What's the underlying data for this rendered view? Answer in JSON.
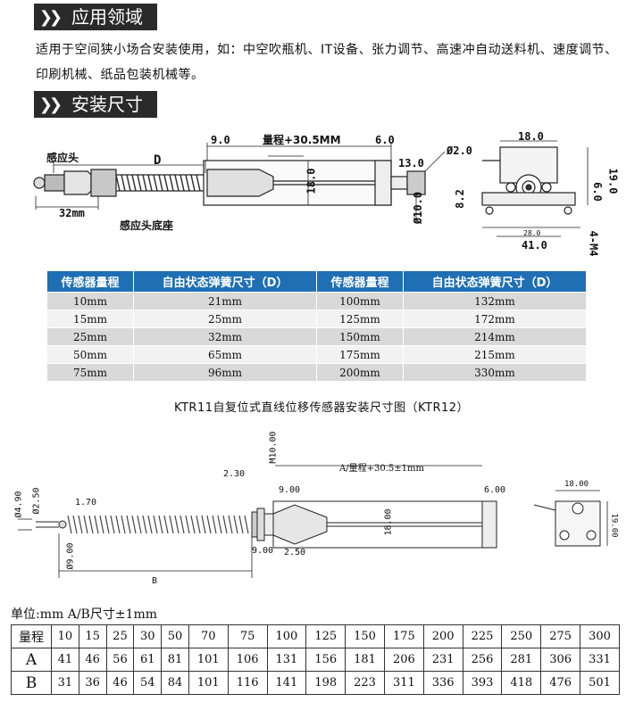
{
  "section1": {
    "title": "应用领域",
    "text": "适用于空间狭小场合安装使用，如：中空吹瓶机、IT设备、张力调节、高速冲自动送料机、速度调节、印刷机械、纸品包装机械等。"
  },
  "section2": {
    "title": "安装尺寸"
  },
  "drawing1": {
    "labels": {
      "sensor_head": "感应头",
      "d": "D",
      "len32": "32mm",
      "base": "感应头底座",
      "d9": "9.0",
      "range": "量程+30.5MM",
      "d6": "6.0",
      "d13": "13.0",
      "d18": "18.0",
      "d2": "Ø2.0",
      "d10": "Ø10.0"
    },
    "side": {
      "w18": "18.0",
      "h19": "19.0",
      "h6": "6.0",
      "h82": "8.2",
      "w28": "28.0",
      "w41": "41.0",
      "m4": "4-M4"
    }
  },
  "table1": {
    "headers": [
      "传感器量程",
      "自由状态弹簧尺寸（D）",
      "传感器量程",
      "自由状态弹簧尺寸（D）"
    ],
    "rows": [
      [
        "10mm",
        "21mm",
        "100mm",
        "132mm"
      ],
      [
        "15mm",
        "25mm",
        "125mm",
        "172mm"
      ],
      [
        "25mm",
        "32mm",
        "150mm",
        "214mm"
      ],
      [
        "50mm",
        "65mm",
        "175mm",
        "215mm"
      ],
      [
        "75mm",
        "96mm",
        "200mm",
        "330mm"
      ]
    ]
  },
  "caption": "KTR11自复位式直线位移传感器安装尺寸图（KTR12）",
  "drawing2": {
    "labels": {
      "m10": "M10.00",
      "d230": "2.30",
      "a": "A/量程+30.5±1mm",
      "d900a": "9.00",
      "d600": "6.00",
      "d490": "Ø4.90",
      "d250": "Ø2.50",
      "d170": "1.70",
      "d1800": "18.00",
      "d900b": "9.00",
      "d250b": "2.50",
      "d9dia": "Ø9.00",
      "b": "B"
    },
    "side": {
      "w": "18.00",
      "h": "19.00"
    }
  },
  "unit_note": "单位:mm A/B尺寸±1mm",
  "table2": {
    "rows": [
      [
        "量程",
        "10",
        "15",
        "25",
        "30",
        "50",
        "70",
        "75",
        "100",
        "125",
        "150",
        "175",
        "200",
        "225",
        "250",
        "275",
        "300"
      ],
      [
        "A",
        "41",
        "46",
        "56",
        "61",
        "81",
        "101",
        "106",
        "131",
        "156",
        "181",
        "206",
        "231",
        "256",
        "281",
        "306",
        "331"
      ],
      [
        "B",
        "31",
        "36",
        "46",
        "54",
        "84",
        "101",
        "116",
        "141",
        "198",
        "223",
        "311",
        "336",
        "393",
        "418",
        "476",
        "501"
      ]
    ]
  }
}
